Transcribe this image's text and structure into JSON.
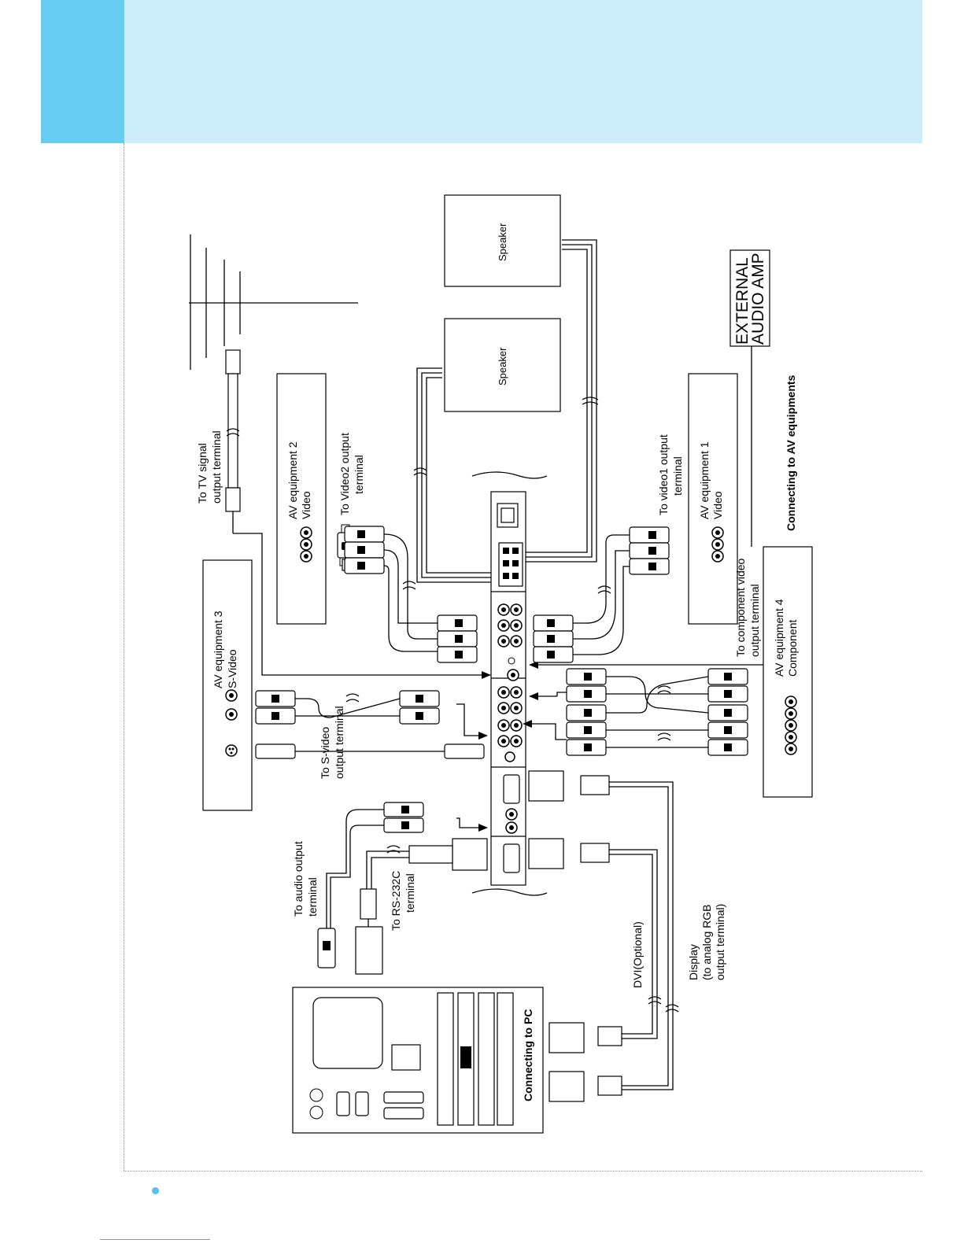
{
  "header": {
    "band_color": "#cdeef9",
    "tab_color": "#66cdf1"
  },
  "diagram": {
    "tv_signal": [
      "To TV signal",
      "output terminal"
    ],
    "av2": [
      "AV equipment 2",
      "Video"
    ],
    "video2_out": [
      "To Video2 output",
      "terminal"
    ],
    "speaker_1": "Speaker",
    "speaker_2": "Speaker",
    "external_amp": [
      "EXTERNAL",
      "AUDIO AMP"
    ],
    "connecting_av": "Connecting to AV equipments",
    "av1": [
      "AV equipment 1",
      "Video"
    ],
    "video1_out": [
      "To video1 output",
      "terminal"
    ],
    "component_out": [
      "To component video",
      "output terminal"
    ],
    "av4": [
      "AV equipment 4",
      "Component"
    ],
    "av3": [
      "AV equipment 3",
      "S-Video"
    ],
    "svideo_out": [
      "To S-video",
      "output terminal"
    ],
    "audio_out": [
      "To audio output",
      "terminal"
    ],
    "rs232c": [
      "To RS-232C",
      "terminal"
    ],
    "dvi": "DVI(Optional)",
    "display": [
      "Display",
      "(to analog RGB",
      "output terminal)"
    ],
    "connecting_pc": "Connecting to PC"
  },
  "footer": {
    "bullet_color": "#55c3ec"
  }
}
